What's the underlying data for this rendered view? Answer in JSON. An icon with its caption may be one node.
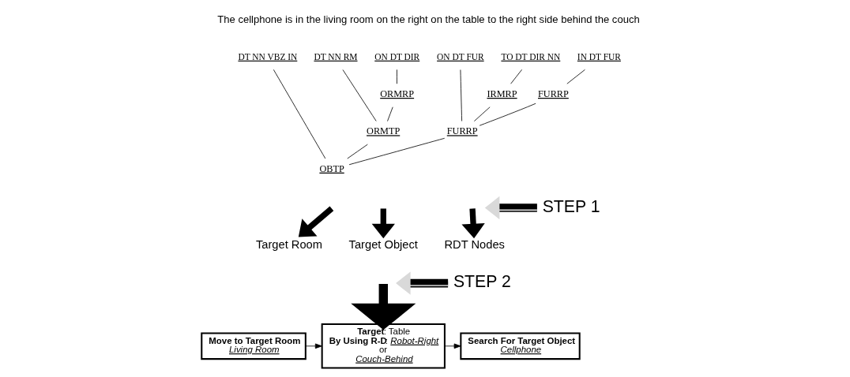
{
  "diagram": {
    "nodes": [
      {
        "text": [
          "DT NN VBZ IN"
        ]
      },
      {
        "text": [
          "DT NN RM"
        ]
      },
      {
        "text": [
          "ON DT DIR"
        ]
      },
      {
        "text": [
          "ON DT FUR"
        ]
      },
      {
        "text": [
          "TO DT DIR NN"
        ]
      },
      {
        "text": [
          "IN DT FUR"
        ]
      },
      {
        "text": [
          "ORMRP"
        ]
      },
      {
        "text": [
          "IRMRP"
        ]
      },
      {
        "text": [
          "FURRP"
        ]
      },
      {
        "text": [
          "ORMTP"
        ]
      },
      {
        "text": [
          "FURRP"
        ]
      },
      {
        "text": [
          "OBTP"
        ]
      },
      {
        "text": [
          "STEP 1"
        ]
      },
      {
        "text": [
          "Target Room"
        ]
      },
      {
        "text": [
          "Target Object"
        ]
      },
      {
        "text": [
          "RDT Nodes"
        ]
      },
      {
        "text": [
          "STEP 2"
        ]
      },
      {
        "text": [
          "Move to Target Room",
          "Living Room"
        ]
      },
      {
        "text": [
          "**Target**: Table",
          "**By Using R-D**: *Robot-Right*",
          "or",
          "Couch-Behind"
        ]
      },
      {
        "text": [
          "Search For Target Object",
          "Cellphone"
        ]
      }
    ],
    "edges": [
      {
        "from": 0,
        "to": 11,
        "arrow": "none"
      },
      {
        "from": 1,
        "to": 9,
        "arrow": "none"
      },
      {
        "from": 2,
        "to": 6,
        "arrow": "none"
      },
      {
        "from": 3,
        "to": 10,
        "arrow": "none"
      },
      {
        "from": 4,
        "to": 7,
        "arrow": "none"
      },
      {
        "from": 5,
        "to": 8,
        "arrow": "none"
      },
      {
        "from": 6,
        "to": 9,
        "arrow": "none"
      },
      {
        "from": 9,
        "to": 11,
        "arrow": "none"
      },
      {
        "from": 10,
        "to": 11,
        "arrow": "none"
      },
      {
        "from": 7,
        "to": 10,
        "arrow": "none"
      },
      {
        "from": 8,
        "to": 10,
        "arrow": "none"
      },
      {
        "from": null,
        "to": 13,
        "arrow": "to",
        "style": "thick"
      },
      {
        "from": null,
        "to": 14,
        "arrow": "to",
        "style": "thick"
      },
      {
        "from": null,
        "to": 15,
        "arrow": "to",
        "style": "thick"
      },
      {
        "from": 12,
        "to": null,
        "arrow": "to",
        "style": "thick",
        "color": "#d9d9d9"
      },
      {
        "from": 16,
        "to": null,
        "arrow": "to",
        "style": "thick",
        "color": "#d9d9d9"
      },
      {
        "from": null,
        "to": 18,
        "arrow": "to",
        "style": "thick"
      },
      {
        "from": 17,
        "to": 18,
        "arrow": "to"
      },
      {
        "from": 18,
        "to": 19,
        "arrow": "to"
      }
    ],
    "labels": [
      "The cellphone is in the living room on the right on the table to the right side behind the couch"
    ]
  }
}
